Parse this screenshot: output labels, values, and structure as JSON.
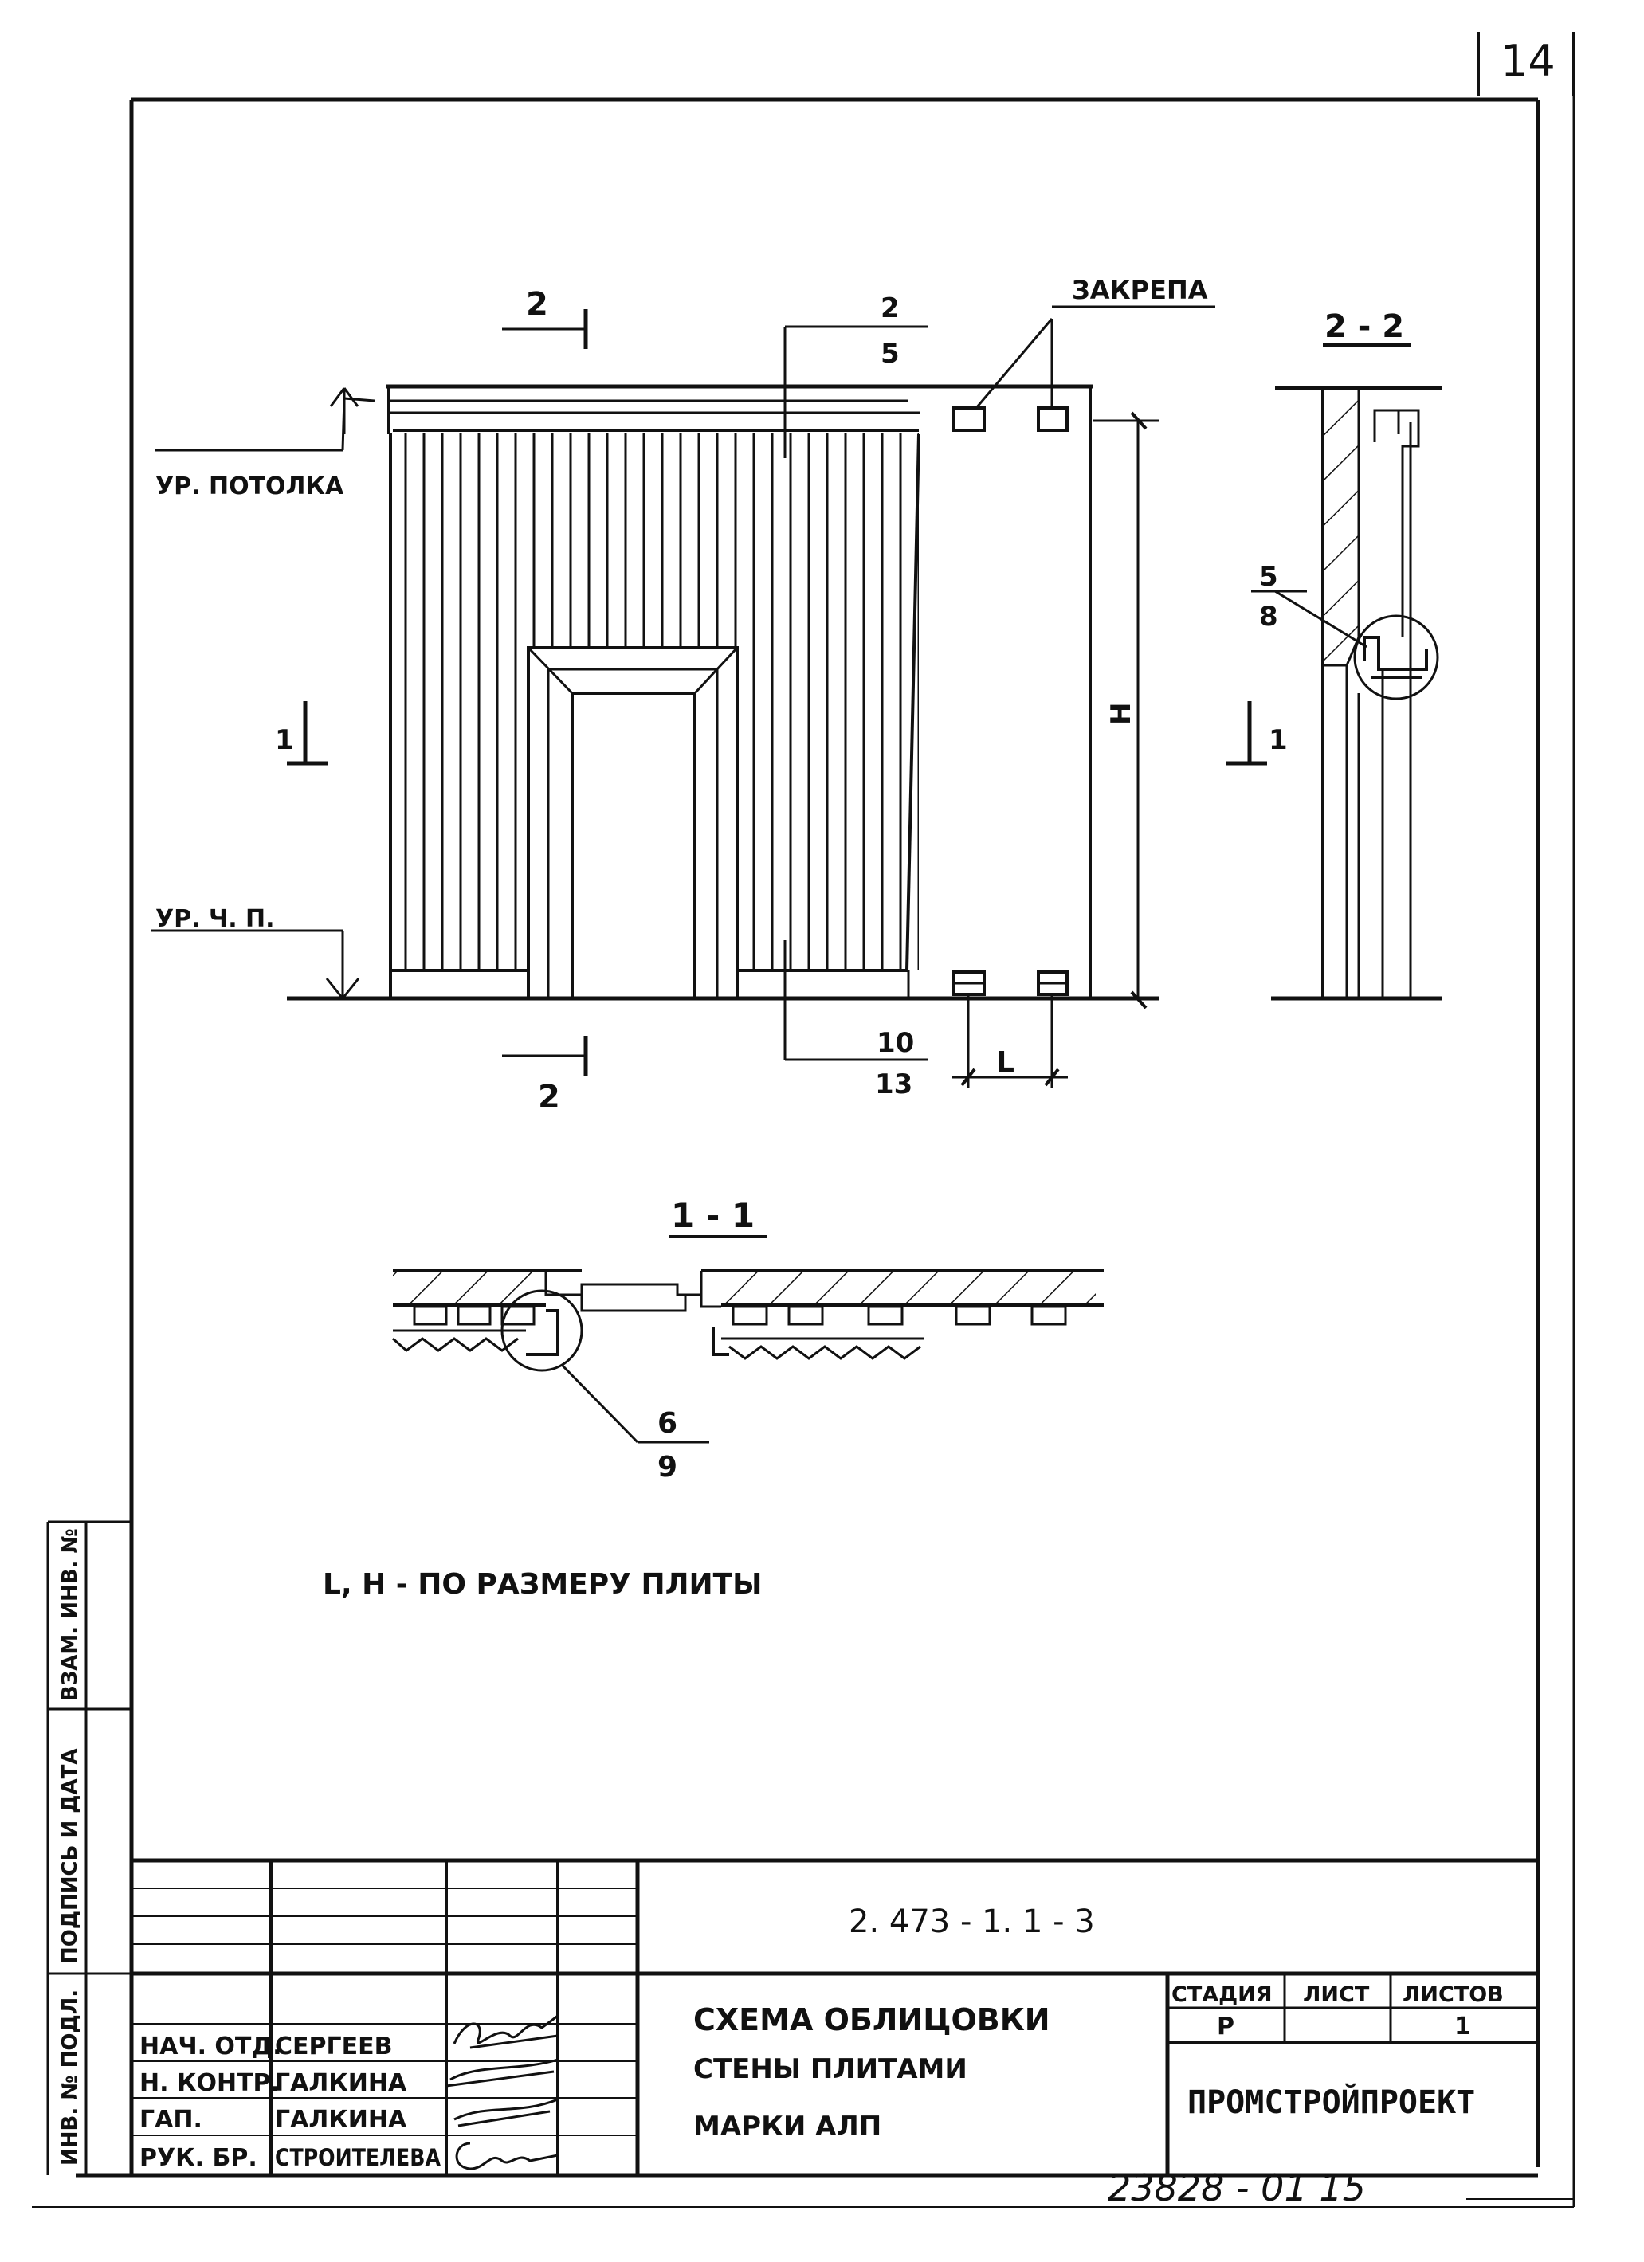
{
  "sheet": {
    "page_number": "14",
    "footer_number": "23828 - 01   15"
  },
  "drawing": {
    "annotations": {
      "ceiling_level": "УР. ПОТОЛКА",
      "floor_level": "УР. Ч. П.",
      "clamps": "ЗАКРЕПА",
      "dim_height": "Н",
      "dim_length": "L",
      "note": "L, Н  -  ПО РАЗМЕРУ ПЛИТЫ"
    },
    "section_marks": {
      "mark_2_top": "2",
      "mark_2_bottom": "2",
      "mark_1_left": "1",
      "mark_1_right": "1",
      "view_2_2_title": "2 - 2",
      "view_1_1_title": "1 - 1"
    },
    "callouts": {
      "c1_num": "2",
      "c1_den": "5",
      "c2_num": "10",
      "c2_den": "13",
      "c3_num": "5",
      "c3_den": "8",
      "c4_num": "6",
      "c4_den": "9"
    }
  },
  "side_stamp": {
    "col1": "ИНВ. № ПОДЛ.",
    "col2": "ПОДПИСЬ И ДАТА",
    "col3": "ВЗАМ. ИНВ. №"
  },
  "title_block": {
    "doc_code": "2. 473 - 1. 1 - 3",
    "title_line1": "СХЕМА  ОБЛИЦОВКИ",
    "title_line2": "СТЕНЫ  ПЛИТАМИ",
    "title_line3": "МАРКИ  АЛП",
    "col_stage": "СТАДИЯ",
    "col_sheet": "ЛИСТ",
    "col_sheets": "ЛИСТОВ",
    "stage": "Р",
    "sheet_value": "",
    "sheets_total": "1",
    "organization": "ПРОМСТРОЙПРОЕКТ",
    "staff": [
      {
        "role": "НАЧ. ОТД.",
        "name": "СЕРГЕЕВ"
      },
      {
        "role": "Н. КОНТР.",
        "name": "ГАЛКИНА"
      },
      {
        "role": "ГАП.",
        "name": "ГАЛКИНА"
      },
      {
        "role": "РУК. БР.",
        "name": "СТРОИТЕЛЕВА"
      }
    ]
  }
}
